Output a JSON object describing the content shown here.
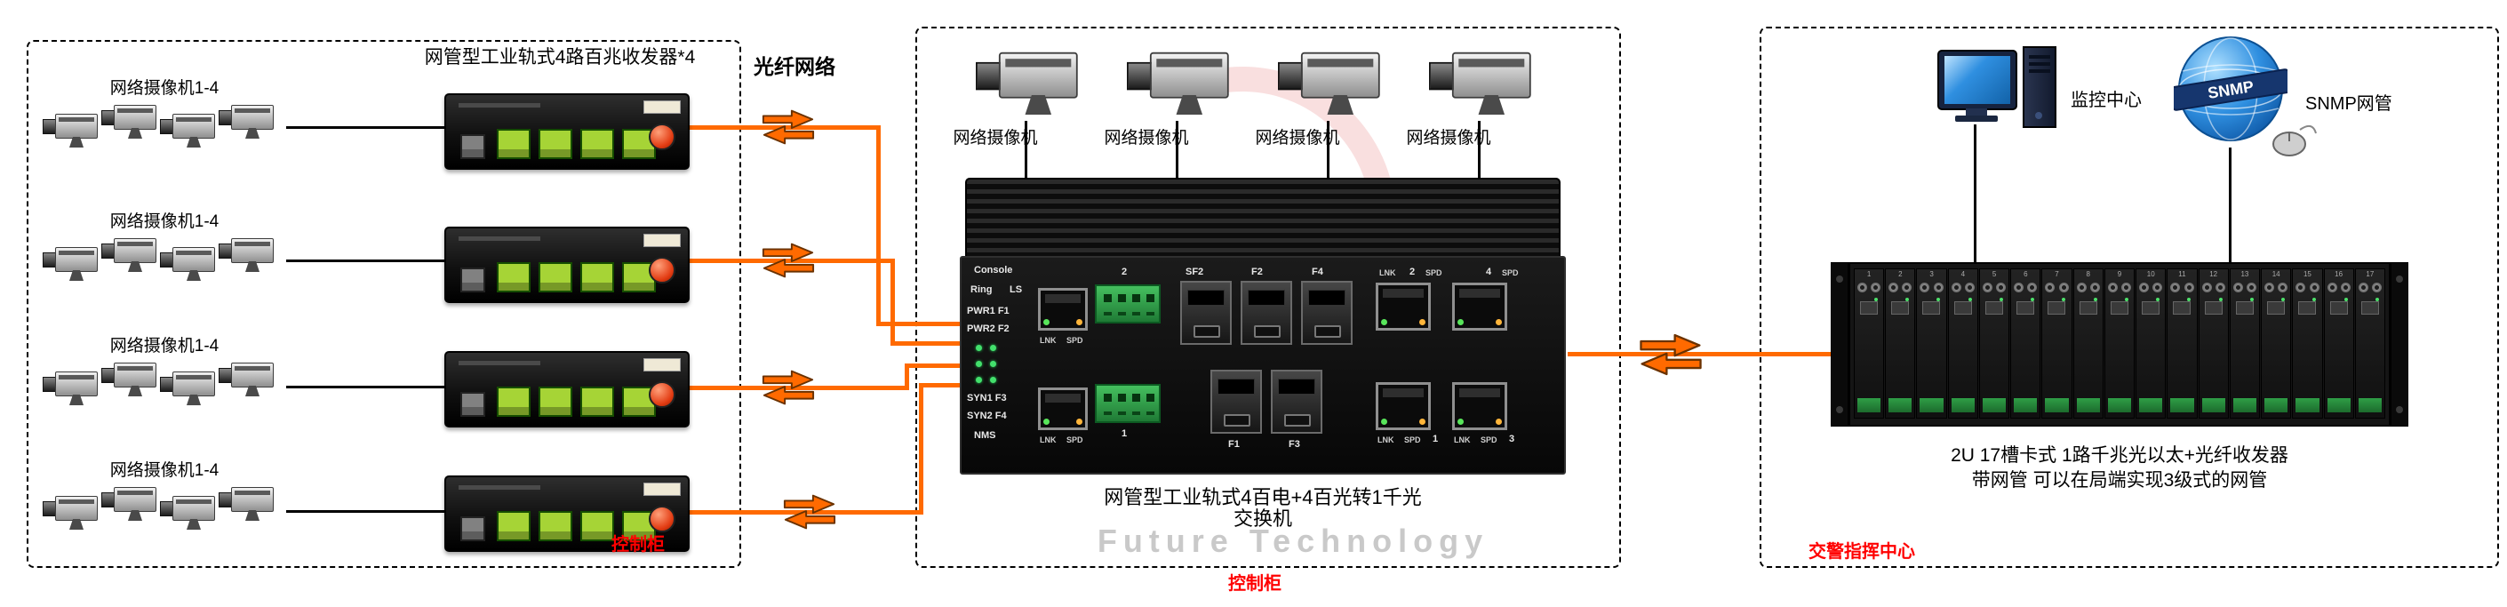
{
  "colors": {
    "line_orange": "#ff6a00",
    "label_red": "#ff0000",
    "port_green": "#a6d436",
    "globe_blue": "#2f8fe0"
  },
  "fiber_network_label": "光纤网络",
  "left_cabinet": {
    "device_title": "网管型工业轨式4路百兆收发器*4",
    "camera_groups": [
      {
        "label": "网络摄像机1-4"
      },
      {
        "label": "网络摄像机1-4"
      },
      {
        "label": "网络摄像机1-4"
      },
      {
        "label": "网络摄像机1-4"
      }
    ],
    "footer_label": "控制柜"
  },
  "middle_cabinet": {
    "cameras": [
      {
        "label": "网络摄像机"
      },
      {
        "label": "网络摄像机"
      },
      {
        "label": "网络摄像机"
      },
      {
        "label": "网络摄像机"
      }
    ],
    "switch": {
      "panel_labels": {
        "console": "Console",
        "ring": "Ring",
        "ls": "LS",
        "pwr1": "PWR1 F1",
        "pwr2": "PWR2 F2",
        "syn1": "SYN1 F3",
        "syn2": "SYN2 F4",
        "nms": "NMS",
        "lnk": "LNK",
        "spd": "SPD",
        "sf2": "SF2",
        "f2": "F2",
        "f4": "F4",
        "f1": "F1",
        "f3": "F3",
        "term_top": "2",
        "term_bottom": "1",
        "port1": "1",
        "port2": "2",
        "port3": "3",
        "port4": "4"
      }
    },
    "caption_line1": "网管型工业轨式4百电+4百光转1千光",
    "caption_line2": "交换机",
    "watermark_text": "Future Technology",
    "footer_label": "控制柜"
  },
  "right_center": {
    "monitor_label": "监控中心",
    "snmp_globe_text": "SNMP",
    "snmp_label": "SNMP网管",
    "rack": {
      "slot_count": 17
    },
    "caption_line1": "2U 17槽卡式 1路千兆光以太+光纤收发器",
    "caption_line2": "带网管 可以在局端实现3级式的网管",
    "footer_label": "交警指挥中心"
  },
  "icons": {
    "fiber_link_arrow": "⇄",
    "camera": "box-camera",
    "globe": "🌐",
    "monitor": "🖥",
    "mouse": "🖱"
  }
}
